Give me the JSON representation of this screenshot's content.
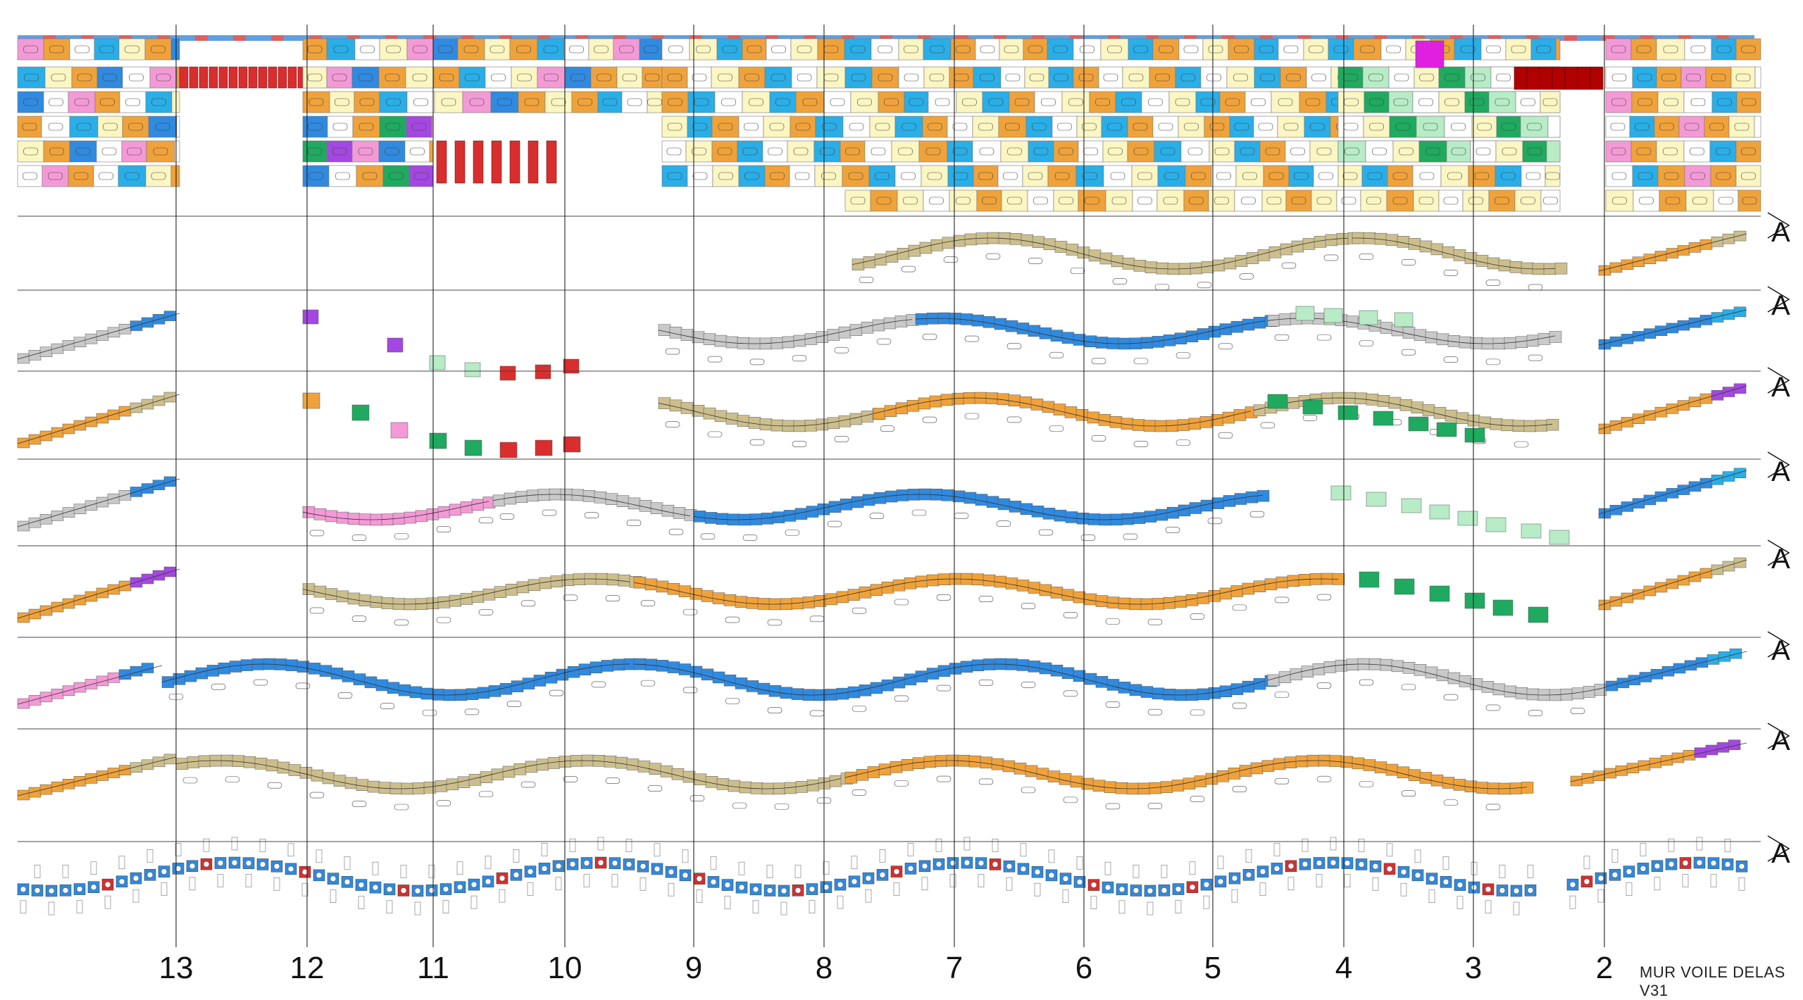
{
  "drawing": {
    "title": "MUR VOILE DELAS V31",
    "section_marker": "A",
    "axis_labels": [
      "13",
      "12",
      "11",
      "10",
      "9",
      "8",
      "7",
      "6",
      "5",
      "4",
      "3",
      "2"
    ]
  },
  "colors": {
    "orange": "#f0a23a",
    "tan": "#cdbf8d",
    "blue": "#2f8ae0",
    "gray": "#c9c9c9",
    "green": "#1faa5f",
    "light_green": "#b7ecc6",
    "purple": "#a348e0",
    "pink": "#f39ad6",
    "red": "#d92e2e",
    "light_yellow": "#fbf6c2",
    "cyan": "#29aee8",
    "white": "#ffffff",
    "grid": "#555555"
  },
  "legend_icons": [
    "bead-chain-icon",
    "wave-strip-icon",
    "panel-block-icon"
  ]
}
